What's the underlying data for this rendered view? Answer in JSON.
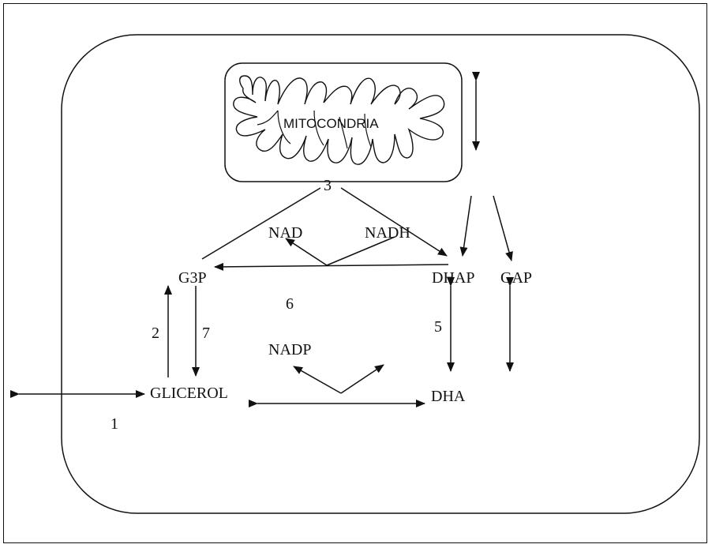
{
  "labels": {
    "mitochondria": "MITOCONDRIA",
    "g3p": "G3P",
    "dhap": "DHAP",
    "gap": "GAP",
    "glycerol": "GLICEROL",
    "dha": "DHA",
    "nad": "NAD",
    "nadh": "NADH",
    "nadp": "NADP"
  },
  "step_numbers": {
    "s1": "1",
    "s2": "2",
    "s3": "3",
    "s5": "5",
    "s6": "6",
    "s7": "7"
  }
}
